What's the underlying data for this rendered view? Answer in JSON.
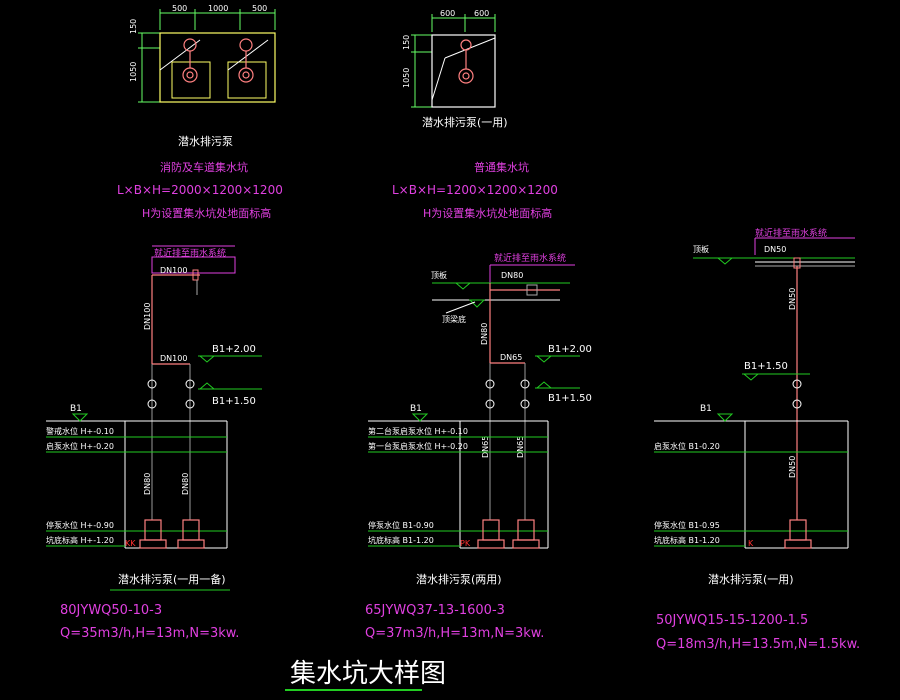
{
  "colors": {
    "background": "#000000",
    "text": "#ffffff",
    "magenta": "#e040e0",
    "pipe": "#ff8080",
    "pipe_gray": "#9a9a9a",
    "pit_outline": "#ffff66",
    "green": "#22cc22",
    "dimension": "#66ff66",
    "red": "#ff3030"
  },
  "top_left_plan": {
    "dims_top": [
      "500",
      "1000",
      "500"
    ],
    "dims_side": [
      "150",
      "1050"
    ],
    "caption": "潜水排污泵",
    "pit_name": "消防及车道集水坑",
    "size": "L×B×H=2000×1200×1200",
    "note": "H为设置集水坑处地面标高"
  },
  "top_mid_plan": {
    "dims_top": [
      "600",
      "600"
    ],
    "dims_side": [
      "150",
      "1050"
    ],
    "caption": "潜水排污泵(一用)",
    "pit_name": "普通集水坑",
    "size": "L×B×H=1200×1200×1200",
    "note": "H为设置集水坑处地面标高"
  },
  "section_left": {
    "discharge_label": "就近排至雨水系统",
    "dn_top": "DN100",
    "dn_riser": "DN100",
    "dn_header": "DN100",
    "dn_pipe1": "DN80",
    "dn_pipe2": "DN80",
    "elev1": "B1+2.00",
    "elev2": "B1+1.50",
    "floor": "B1",
    "levels": [
      "警戒水位  H+-0.10",
      "启泵水位  H+-0.20",
      "停泵水位  H+-0.90",
      "坑底标高  H+-1.20"
    ],
    "mark": "KK",
    "title": "潜水排污泵(一用一备)",
    "model": "80JYWQ50-10-3",
    "params": "Q=35m3/h,H=13m,N=3kw."
  },
  "section_mid": {
    "discharge_label": "就近排至雨水系统",
    "dn_top": "DN80",
    "dn_riser": "DN80",
    "dn_header": "DN65",
    "dn_pipe1": "DN65",
    "dn_pipe2": "DN65",
    "elev1": "B1+2.00",
    "elev2": "B1+1.50",
    "floor": "B1",
    "ground_label": "顶板",
    "beam_label": "顶梁底",
    "levels": [
      "第二台泵启泵水位  H+-0.10",
      "第一台泵启泵水位  H+-0.20",
      "停泵水位  B1-0.90",
      "坑底标高  B1-1.20"
    ],
    "mark": "PK",
    "title": "潜水排污泵(两用)",
    "model": "65JYWQ37-13-1600-3",
    "params": "Q=37m3/h,H=13m,N=3kw."
  },
  "section_right": {
    "discharge_label": "就近排至雨水系统",
    "dn_top": "DN50",
    "dn_riser": "DN50",
    "dn_pipe": "DN50",
    "elev1": "B1+1.50",
    "floor": "B1",
    "ground_label": "顶板",
    "levels": [
      "启泵水位  B1-0.20",
      "停泵水位  B1-0.95",
      "坑底标高  B1-1.20"
    ],
    "mark": "K",
    "title": "潜水排污泵(一用)",
    "model": "50JYWQ15-15-1200-1.5",
    "params": "Q=18m3/h,H=13.5m,N=1.5kw."
  },
  "drawing_title": "集水坑大样图"
}
